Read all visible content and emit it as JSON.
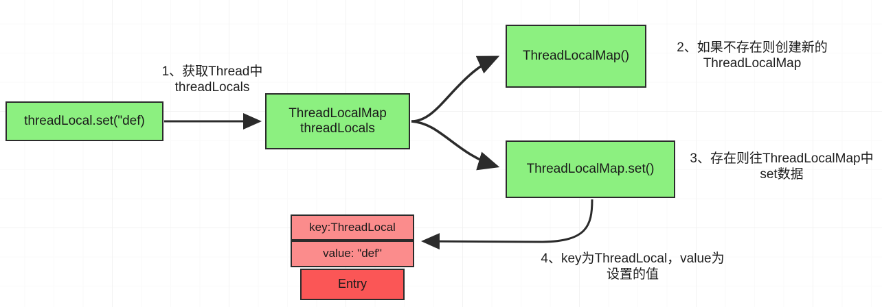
{
  "diagram": {
    "title": "ThreadLocal set flow",
    "colors": {
      "node_green": "#8cf080",
      "node_pink": "#fb8c8c",
      "node_pink_dark": "#fb5656",
      "stroke": "#2b2b2b",
      "text": "#1a1a1a",
      "grid": "#f2f2f2",
      "background": "#ffffff"
    },
    "nodes": {
      "threadlocal_set": "threadLocal.set(\"def)",
      "threadlocals": "ThreadLocalMap\nthreadLocals",
      "map_ctor": "ThreadLocalMap()",
      "map_set": "ThreadLocalMap.set()",
      "entry_key": "key:ThreadLocal",
      "entry_value": "value: \"def\"",
      "entry": "Entry"
    },
    "labels": {
      "step1": "1、获取Thread中\nthreadLocals",
      "step2": "2、如果不存在则创建新的\nThreadLocalMap",
      "step3": "3、存在则往ThreadLocalMap中\nset数据",
      "step4": "4、key为ThreadLocal，value为\n设置的值"
    }
  }
}
